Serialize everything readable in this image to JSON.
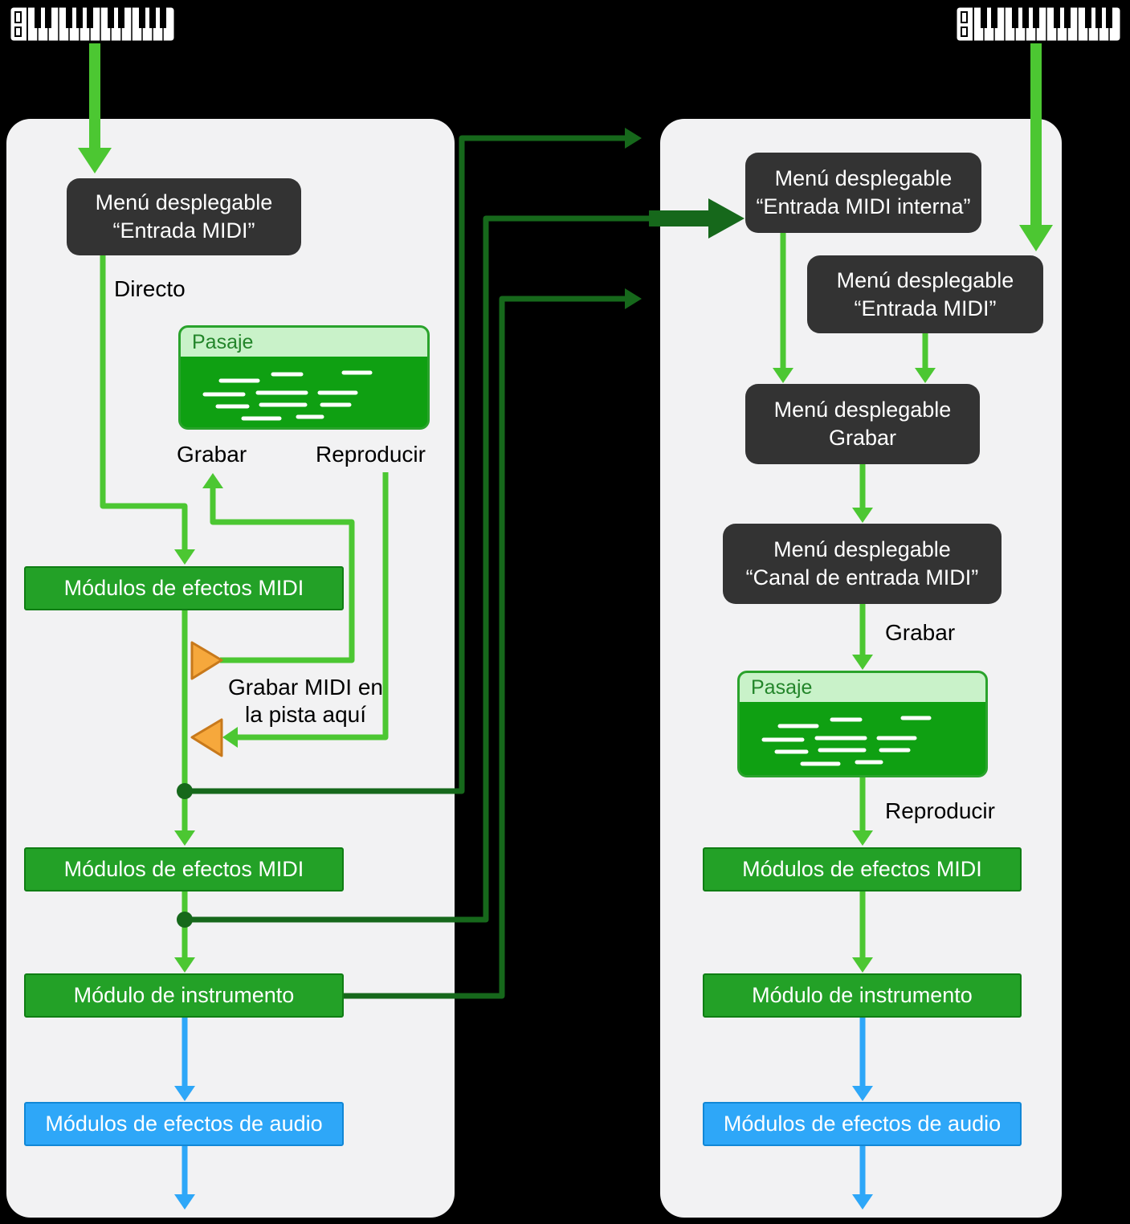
{
  "colors": {
    "background": "#000000",
    "panel": "#f2f2f3",
    "dark_menu_box": "#333333",
    "bright_green": "#4cc732",
    "green_box": "#23a127",
    "dark_green_routing": "#16681b",
    "region_header": "#c9f2c9",
    "region_body": "#0fa012",
    "audio_blue": "#2ea7f8",
    "tap_orange": "#f6a83c"
  },
  "icons": {
    "left_keyboard": "midi-keyboard-icon",
    "right_keyboard": "midi-keyboard-icon",
    "record_tap": "orange-triangle-right-icon",
    "play_tap": "orange-triangle-left-icon",
    "region_notes": "midi-notes-icon"
  },
  "left_channel": {
    "menu_midi_in": {
      "line1": "Menú desplegable",
      "line2": "“Entrada MIDI”"
    },
    "label_directo": "Directo",
    "region": {
      "title": "Pasaje"
    },
    "label_grabar": "Grabar",
    "label_reproducir": "Reproducir",
    "midi_fx_top": "Módulos de efectos MIDI",
    "record_note_line1": "Grabar MIDI en",
    "record_note_line2": "la pista aquí",
    "midi_fx_bottom": "Módulos de efectos MIDI",
    "instrument": "Módulo de instrumento",
    "audio_fx": "Módulos de efectos de audio"
  },
  "right_channel": {
    "menu_internal_midi_in": {
      "line1": "Menú desplegable",
      "line2": "“Entrada MIDI interna”"
    },
    "menu_midi_in": {
      "line1": "Menú desplegable",
      "line2": "“Entrada MIDI”"
    },
    "menu_record": {
      "line1": "Menú desplegable",
      "line2": "Grabar"
    },
    "menu_channel": {
      "line1": "Menú desplegable",
      "line2": "“Canal de entrada MIDI”"
    },
    "label_grabar": "Grabar",
    "region": {
      "title": "Pasaje"
    },
    "label_reproducir": "Reproducir",
    "midi_fx": "Módulos de efectos MIDI",
    "instrument": "Módulo de instrumento",
    "audio_fx": "Módulos de efectos de audio"
  }
}
